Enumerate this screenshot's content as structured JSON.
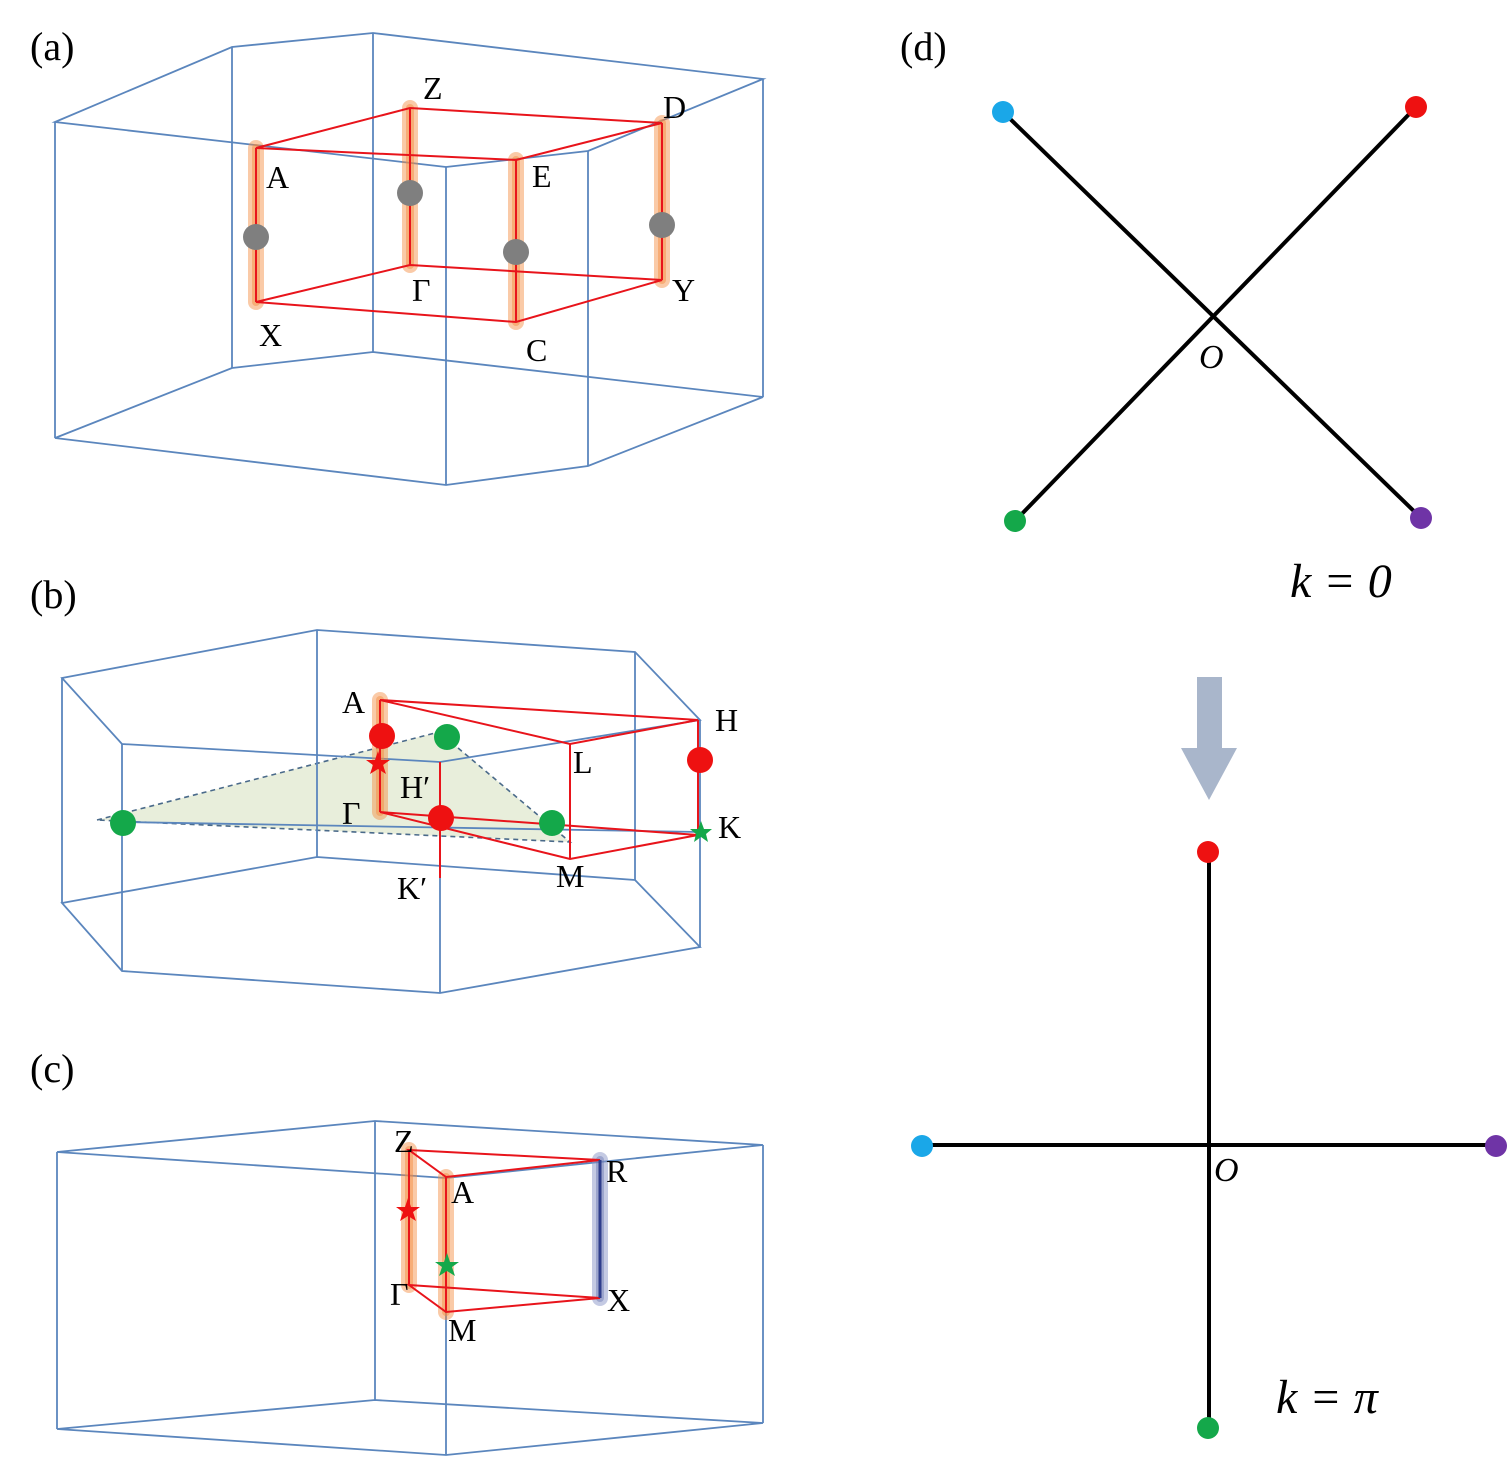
{
  "panels": {
    "a": {
      "label": "(a)",
      "points": {
        "A": "A",
        "Z": "Z",
        "D": "D",
        "E": "E",
        "Gamma": "Γ",
        "Y": "Y",
        "X": "X",
        "C": "C"
      }
    },
    "b": {
      "label": "(b)",
      "points": {
        "A": "A",
        "H": "H",
        "L": "L",
        "Hprime": "H′",
        "Gamma": "Γ",
        "K": "K",
        "M": "M",
        "Kprime": "K′"
      }
    },
    "c": {
      "label": "(c)",
      "points": {
        "Z": "Z",
        "R": "R",
        "A": "A",
        "Gamma": "Γ",
        "X": "X",
        "M": "M"
      }
    },
    "d": {
      "label": "(d)",
      "top": {
        "origin_label": "O",
        "k_label": "k = 0"
      },
      "bottom": {
        "origin_label": "O",
        "k_label": "k = π"
      }
    }
  },
  "colors": {
    "bz_edge": "#5b86bd",
    "path": "#e8141b",
    "glow_orange": "#f58a3c",
    "glow_blue": "#8a96c8",
    "node_gray": "#7f7f7f",
    "node_red": "#ee1111",
    "node_green": "#14a84a",
    "node_blue": "#1aa7e8",
    "node_purple": "#6f34a6",
    "plane_fill": "#e8eedb",
    "arrow": "#a9b6cb"
  }
}
